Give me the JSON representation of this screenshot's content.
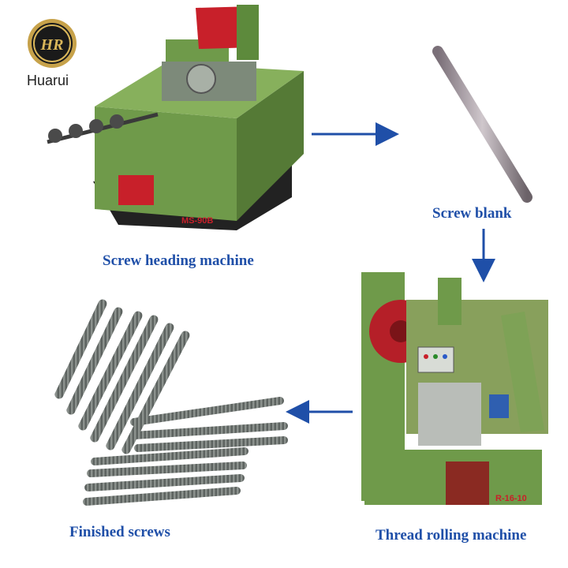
{
  "logo": {
    "monogram": "HR",
    "brand": "Huarui"
  },
  "machine1": {
    "plate": "MS-90B"
  },
  "machine2": {
    "plate": "R-16-10"
  },
  "labels": {
    "screw_heading_machine": "Screw heading machine",
    "screw_blank": "Screw blank",
    "thread_rolling_machine": "Thread rolling machine",
    "finished_screws": "Finished screws"
  },
  "colors": {
    "machine_green": "#6f9a4a",
    "accent_red": "#c8202a",
    "arrow_blue": "#1f4fa8",
    "label_blue": "#1f4fa8"
  }
}
